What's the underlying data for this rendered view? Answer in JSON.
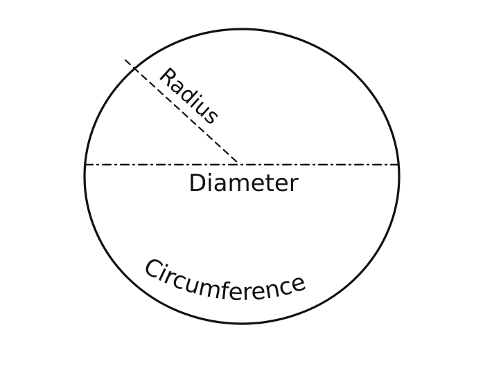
{
  "labels": {
    "radius": "Radius",
    "diameter": "Diameter",
    "circumference": "Circumference"
  },
  "colors": {
    "ink": "#111111",
    "background": "#ffffff"
  }
}
